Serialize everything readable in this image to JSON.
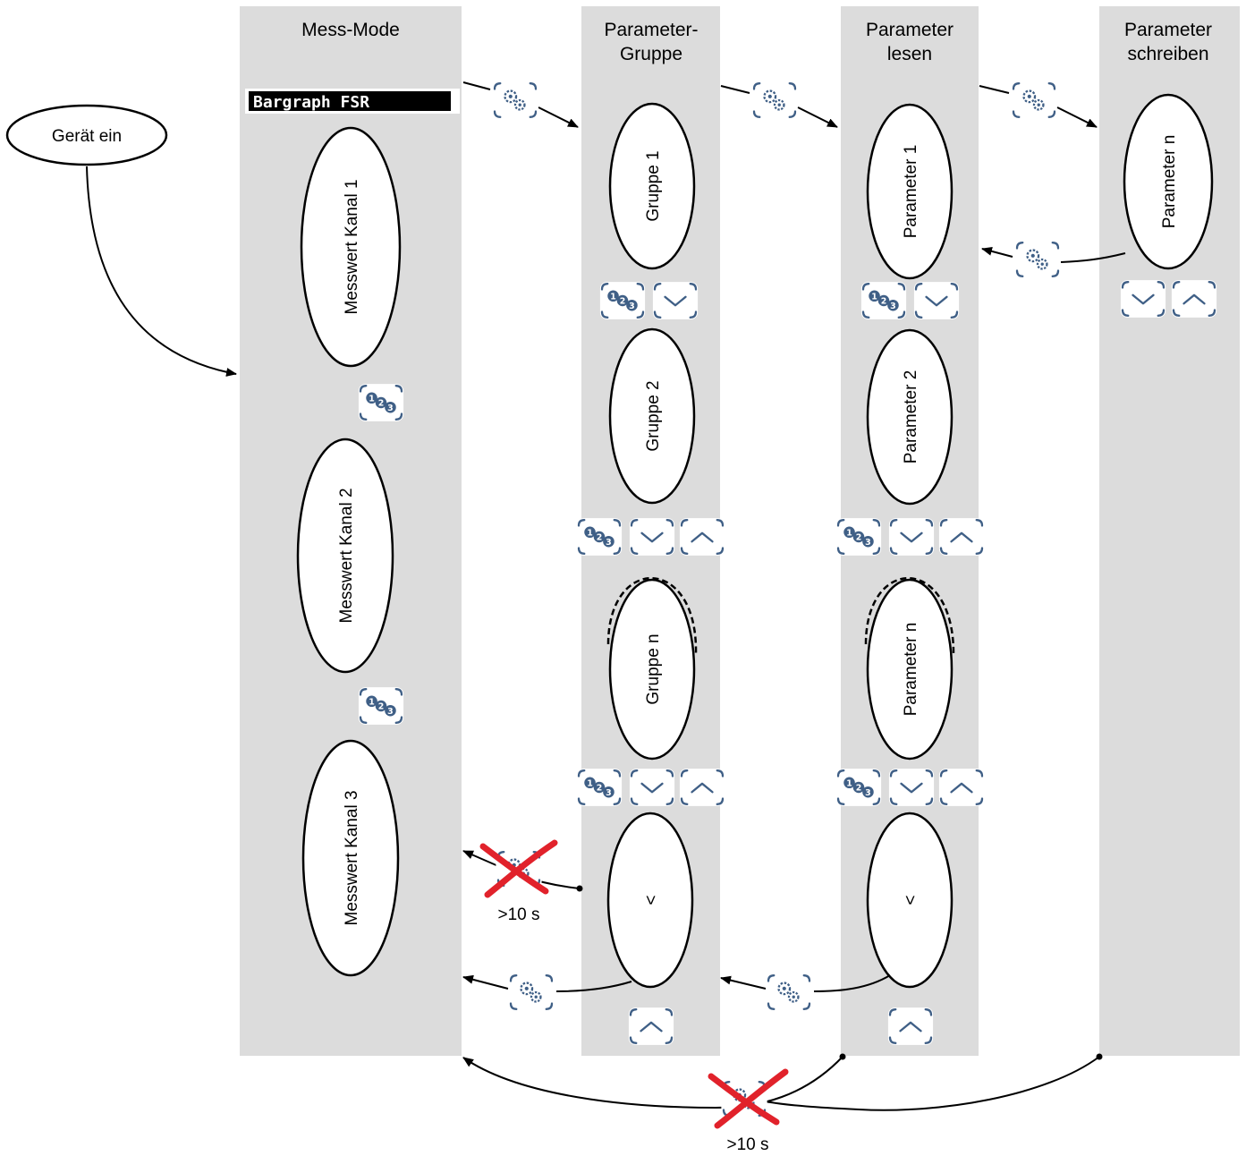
{
  "columns": [
    {
      "id": "mess-mode",
      "title_lines": [
        "Mess-Mode"
      ]
    },
    {
      "id": "parameter-gruppe",
      "title_lines": [
        "Parameter-",
        "Gruppe"
      ]
    },
    {
      "id": "parameter-lesen",
      "title_lines": [
        "Parameter",
        "lesen"
      ]
    },
    {
      "id": "parameter-schreiben",
      "title_lines": [
        "Parameter",
        "schreiben"
      ]
    }
  ],
  "start_node": "Gerät ein",
  "display_text": "Bargraph FSR",
  "nodes": {
    "mess_mode": [
      "Messwert Kanal 1",
      "Messwert Kanal 2",
      "Messwert Kanal 3"
    ],
    "parameter_gruppe": [
      "Gruppe 1",
      "Gruppe 2",
      "Gruppe n",
      "<"
    ],
    "parameter_lesen": [
      "Parameter 1",
      "Parameter 2",
      "Parameter n",
      "<"
    ],
    "parameter_schreiben": [
      "Parameter n"
    ]
  },
  "timeout_label": ">10 s",
  "keys": {
    "enter": "gear-key",
    "next": "123-key",
    "down": "down-key",
    "up": "up-key"
  },
  "colors": {
    "column_bg": "#dcdcdc",
    "key_stroke": "#3f5f86",
    "cancel_cross": "#e1222b"
  }
}
